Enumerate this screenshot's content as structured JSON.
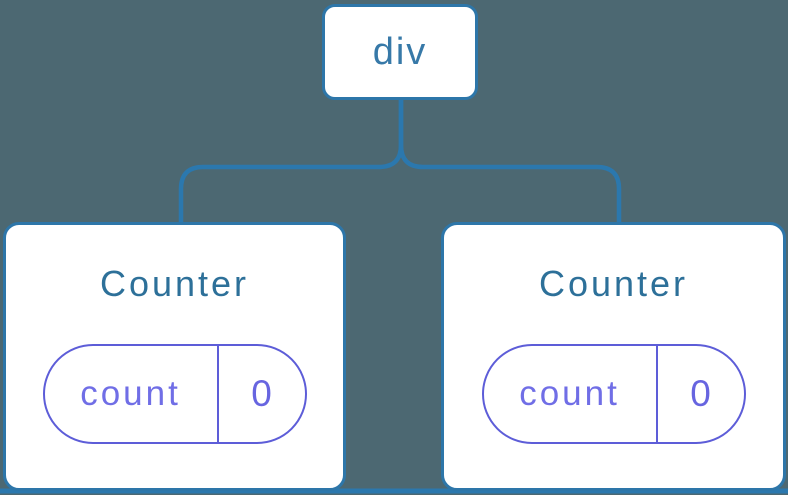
{
  "diagram": {
    "root": {
      "label": "div"
    },
    "children": [
      {
        "title": "Counter",
        "state": {
          "key": "count",
          "value": "0"
        }
      },
      {
        "title": "Counter",
        "state": {
          "key": "count",
          "value": "0"
        }
      }
    ]
  },
  "colors": {
    "background": "#4c6872",
    "card_background": "#ffffff",
    "node_border": "#2d76a9",
    "connector": "#2b78ae",
    "root_label_text": "#3779a8",
    "component_title_text": "#2d7099",
    "state_border": "#5d5dd8",
    "state_key_text": "#706ee6",
    "state_value_text": "#6765e0"
  }
}
